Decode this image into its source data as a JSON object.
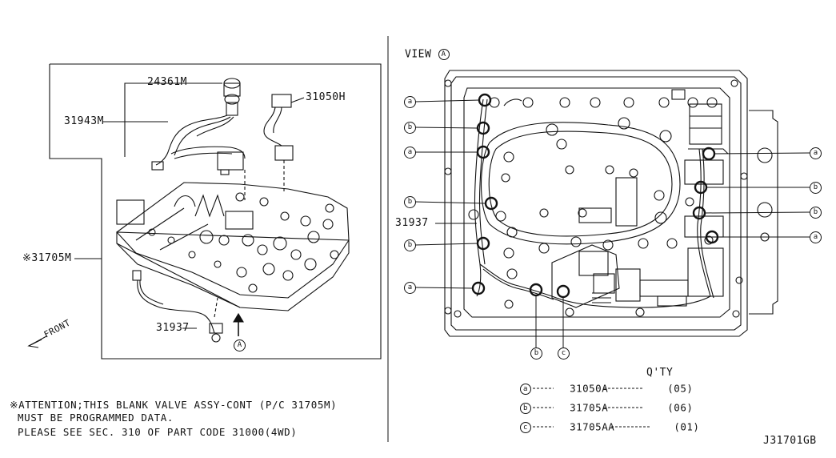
{
  "left_panel": {
    "labels": {
      "p24361m": "24361M",
      "p31943m": "31943M",
      "p31050h": "31050H",
      "p31705m": "※31705M",
      "p31937": "31937",
      "front": "FRONT",
      "view_ref": "A"
    }
  },
  "right_panel": {
    "view_label": "VIEW",
    "view_letter": "A",
    "part_31937": "31937",
    "callouts_left": [
      "a",
      "b",
      "a",
      "b",
      "b",
      "a"
    ],
    "callouts_right": [
      "a",
      "b",
      "b",
      "a"
    ],
    "callouts_bottom": [
      "b",
      "c"
    ]
  },
  "legend": {
    "qty_header": "Q'TY",
    "rows": [
      {
        "mark": "a",
        "part": "31050A",
        "qty": "(05)"
      },
      {
        "mark": "b",
        "part": "31705A",
        "qty": "(06)"
      },
      {
        "mark": "c",
        "part": "31705AA",
        "qty": "(01)"
      }
    ]
  },
  "notes": {
    "line1": "※ATTENTION;THIS BLANK VALVE ASSY-CONT (P/C 31705M)",
    "line2": "MUST BE PROGRAMMED DATA.",
    "line3": "PLEASE SEE SEC. 310 OF PART CODE 31000(4WD)"
  },
  "diagram_code": "J31701GB"
}
